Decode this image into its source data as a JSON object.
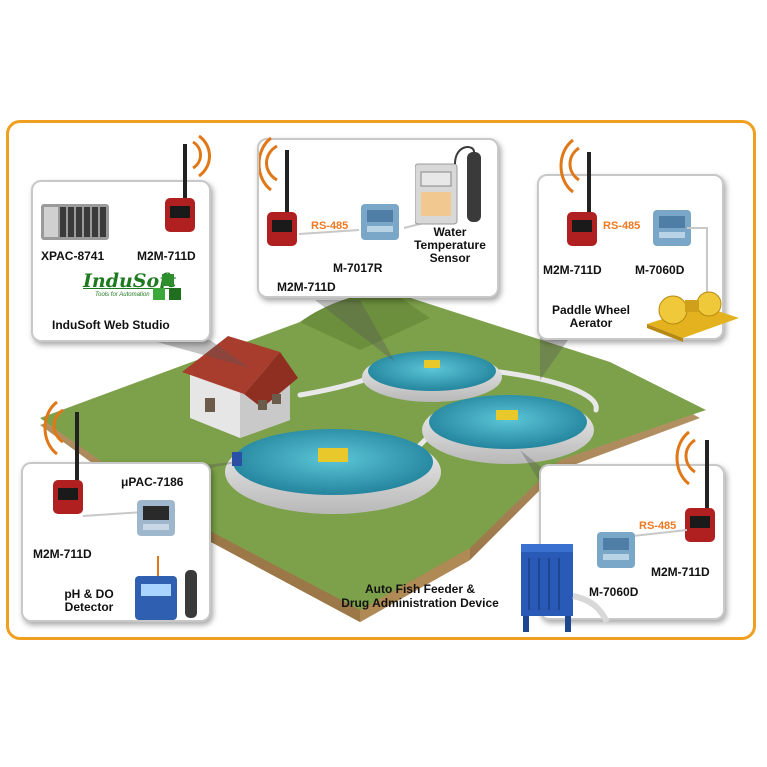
{
  "panels": {
    "top_left": {
      "xpac": "XPAC-8741",
      "modem": "M2M-711D",
      "logo": "InduSoft",
      "logo_sub": "Tools for Automation",
      "software": "InduSoft Web Studio"
    },
    "top_center": {
      "protocol": "RS-485",
      "modem": "M2M-711D",
      "module": "M-7017R",
      "sensor_line1": "Water",
      "sensor_line2": "Temperature",
      "sensor_line3": "Sensor"
    },
    "top_right": {
      "protocol": "RS-485",
      "modem": "M2M-711D",
      "module": "M-7060D",
      "aerator_line1": "Paddle Wheel",
      "aerator_line2": "Aerator"
    },
    "bottom_left": {
      "controller": "μPAC-7186",
      "modem": "M2M-711D",
      "detector_line1": "pH & DO",
      "detector_line2": "Detector"
    },
    "bottom_right": {
      "protocol": "RS-485",
      "modem": "M2M-711D",
      "module": "M-7060D"
    }
  },
  "feeder_caption": {
    "line1": "Auto Fish Feeder &",
    "line2": "Drug Administration Device"
  },
  "colors": {
    "frame": "#f0a020",
    "grass": "#7da14a",
    "water": "#2e9db5",
    "protocol_text": "#f07820",
    "modem_red": "#b02020",
    "module_blue": "#7aa6c8"
  }
}
